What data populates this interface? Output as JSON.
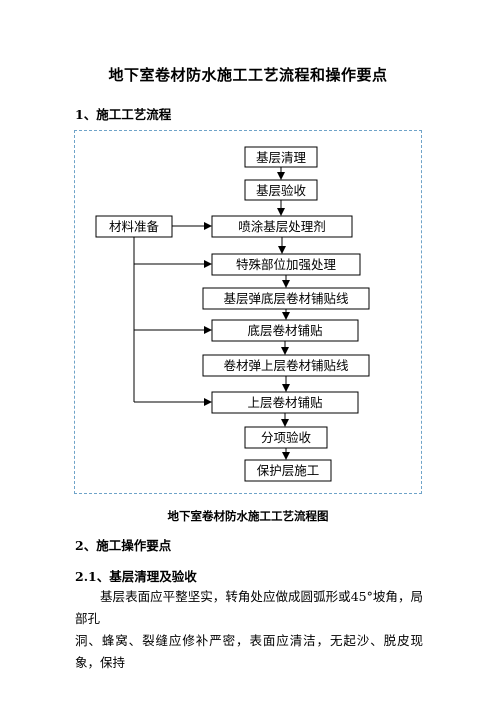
{
  "document": {
    "title": "地下室卷材防水施工工艺流程和操作要点",
    "section1_heading": "1、施工工艺流程",
    "figure_caption": "地下室卷材防水施工工艺流程图",
    "section2_heading": "2、施工操作要点",
    "subsection_heading": "2.1、基层清理及验收",
    "paragraph_lines": [
      "基层表面应平整坚实，转角处应做成圆弧形或45°坡角，局部孔",
      "洞、蜂窝、裂缝应修补严密，表面应清洁，无起沙、脱皮现象，保持"
    ]
  },
  "flowchart": {
    "side_box": "材料准备",
    "steps": [
      "基层清理",
      "基层验收",
      "喷涂基层处理剂",
      "特殊部位加强处理",
      "基层弹底层卷材铺贴线",
      "底层卷材铺贴",
      "卷材弹上层卷材铺贴线",
      "上层卷材铺贴",
      "分项验收",
      "保护层施工"
    ]
  },
  "colors": {
    "frame_border": "#6fa3c8",
    "line": "#000000"
  }
}
